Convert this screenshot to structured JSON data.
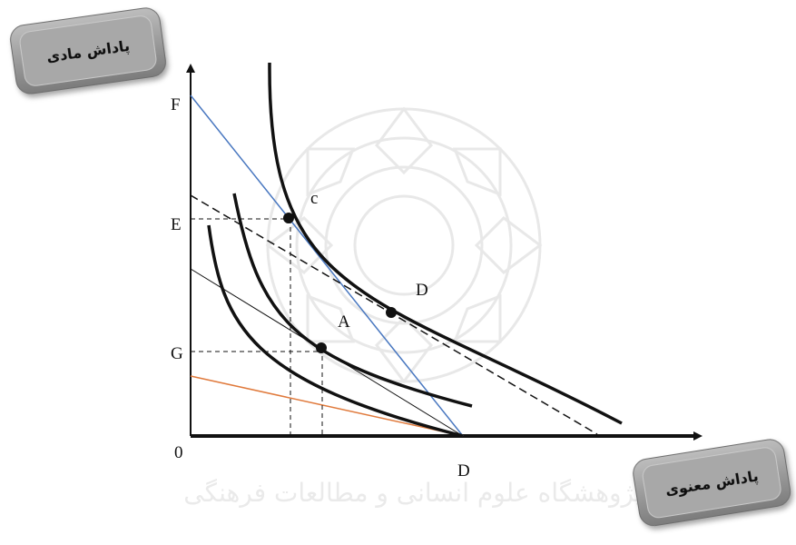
{
  "vertical_axis_badge": "پاداش مادی",
  "horizontal_axis_badge": "پاداش معنوی",
  "axis_labels": {
    "origin": "0",
    "F": "F",
    "E": "E",
    "G": "G",
    "D_axis": "D"
  },
  "point_labels": {
    "c": "c",
    "D": "D",
    "A": "A"
  },
  "watermark_text": "پژوهشگاه علوم انسانی و مطالعات فرهنگی",
  "colors": {
    "budget_line_blue": "#4a78c0",
    "budget_line_orange": "#e07a3c",
    "curve": "#111111",
    "badge_fill": "#9a9a9a",
    "watermark": "#dcdcdc"
  }
}
